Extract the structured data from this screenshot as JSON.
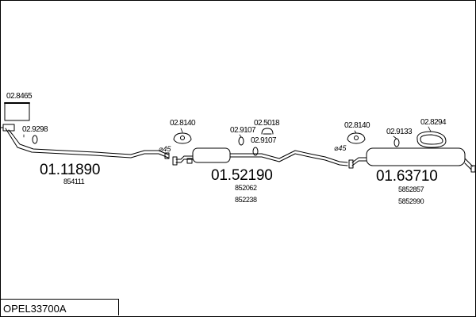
{
  "title": "OPEL33700A",
  "sections": [
    {
      "number": "01.11890",
      "oem": [
        "854111"
      ]
    },
    {
      "number": "01.52190",
      "oem": [
        "852062",
        "852238"
      ]
    },
    {
      "number": "01.63710",
      "oem": [
        "5852857",
        "5852990"
      ]
    }
  ],
  "parts": {
    "p1": "02.8465",
    "p2": "02.9298",
    "p3": "02.8140",
    "p4": "02.9107",
    "p5": "02.5018",
    "p6": "02.9107",
    "p7": "02.8140",
    "p8": "02.9133",
    "p9": "02.8294"
  },
  "diameters": [
    "⌀45",
    "⌀45"
  ]
}
